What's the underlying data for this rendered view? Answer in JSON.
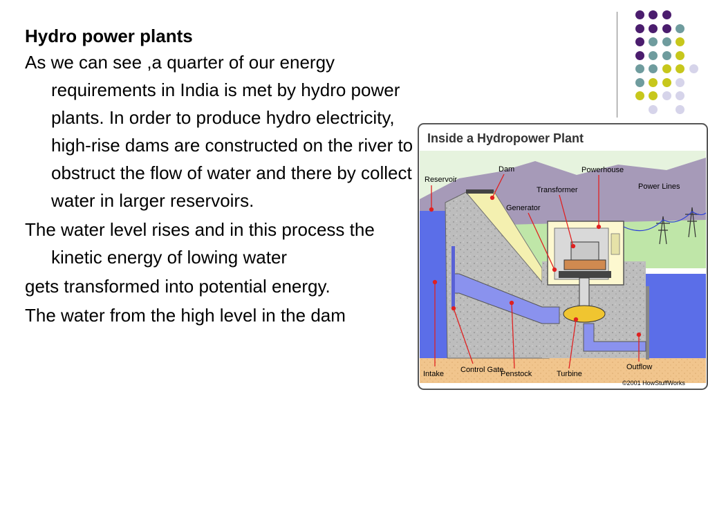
{
  "slide": {
    "title": "Hydro power plants",
    "paragraphs": [
      "As we can see ,a quarter of our energy requirements in India is met by hydro power plants. In order to produce hydro electricity, high-rise dams are constructed on the river to obstruct the flow of water and there by collect water in larger reservoirs.",
      "The water level rises and in this process the kinetic energy of lowing water",
      "gets transformed into potential energy.",
      "The water from the high level in the dam"
    ]
  },
  "decoration": {
    "colors": {
      "purple": "#4b1d6e",
      "teal": "#6f9c9e",
      "olive": "#c7c71c",
      "lavender": "#d6d4ea"
    }
  },
  "diagram": {
    "title": "Inside a Hydropower Plant",
    "labels": {
      "reservoir": "Reservoir",
      "dam": "Dam",
      "powerhouse": "Powerhouse",
      "transformer": "Transformer",
      "generator": "Generator",
      "power_lines": "Power Lines",
      "intake": "Intake",
      "control_gate": "Control Gate",
      "penstock": "Penstock",
      "turbine": "Turbine",
      "outflow": "Outflow"
    },
    "credit": "©2001 HowStuffWorks"
  }
}
